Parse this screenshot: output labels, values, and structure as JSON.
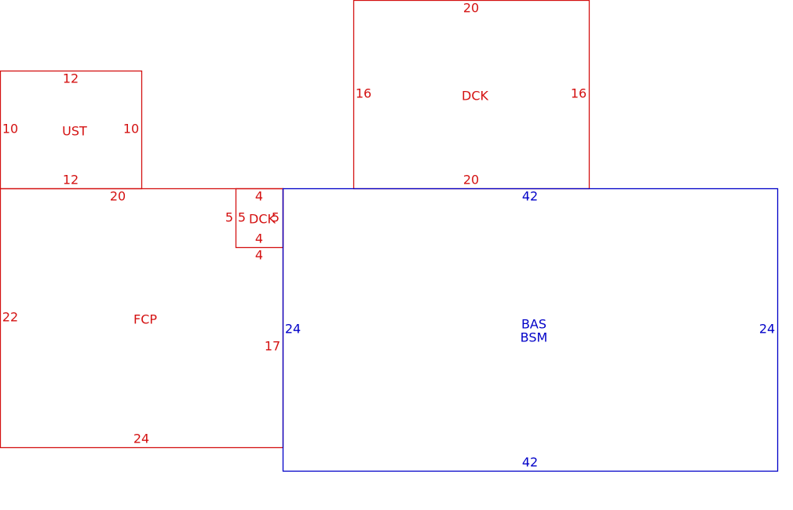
{
  "colors": {
    "main_structure": "#0000c8",
    "additions": "#d41111"
  },
  "areas": [
    {
      "id": "ust",
      "label_lines": [
        "UST"
      ],
      "color": "additions",
      "dimensions": {
        "top": "12",
        "bottom": "12",
        "left": "10",
        "right": "10"
      }
    },
    {
      "id": "dck-top",
      "label_lines": [
        "DCK"
      ],
      "color": "additions",
      "dimensions": {
        "top": "20",
        "bottom": "20",
        "left": "16",
        "right": "16"
      }
    },
    {
      "id": "fcp",
      "label_lines": [
        "FCP"
      ],
      "color": "additions",
      "dimensions": {
        "top": "20",
        "bottom": "24",
        "left": "22",
        "right": "17"
      }
    },
    {
      "id": "dck-small",
      "label_lines": [
        "DCK"
      ],
      "color": "additions",
      "dimensions": {
        "top": "4",
        "bottom": "4",
        "left": "5",
        "left_inner": "5",
        "right": "5",
        "below": "4"
      }
    },
    {
      "id": "bas",
      "label_lines": [
        "BAS",
        "BSM"
      ],
      "color": "main_structure",
      "dimensions": {
        "top": "42",
        "bottom": "42",
        "left": "24",
        "right": "24"
      }
    }
  ]
}
